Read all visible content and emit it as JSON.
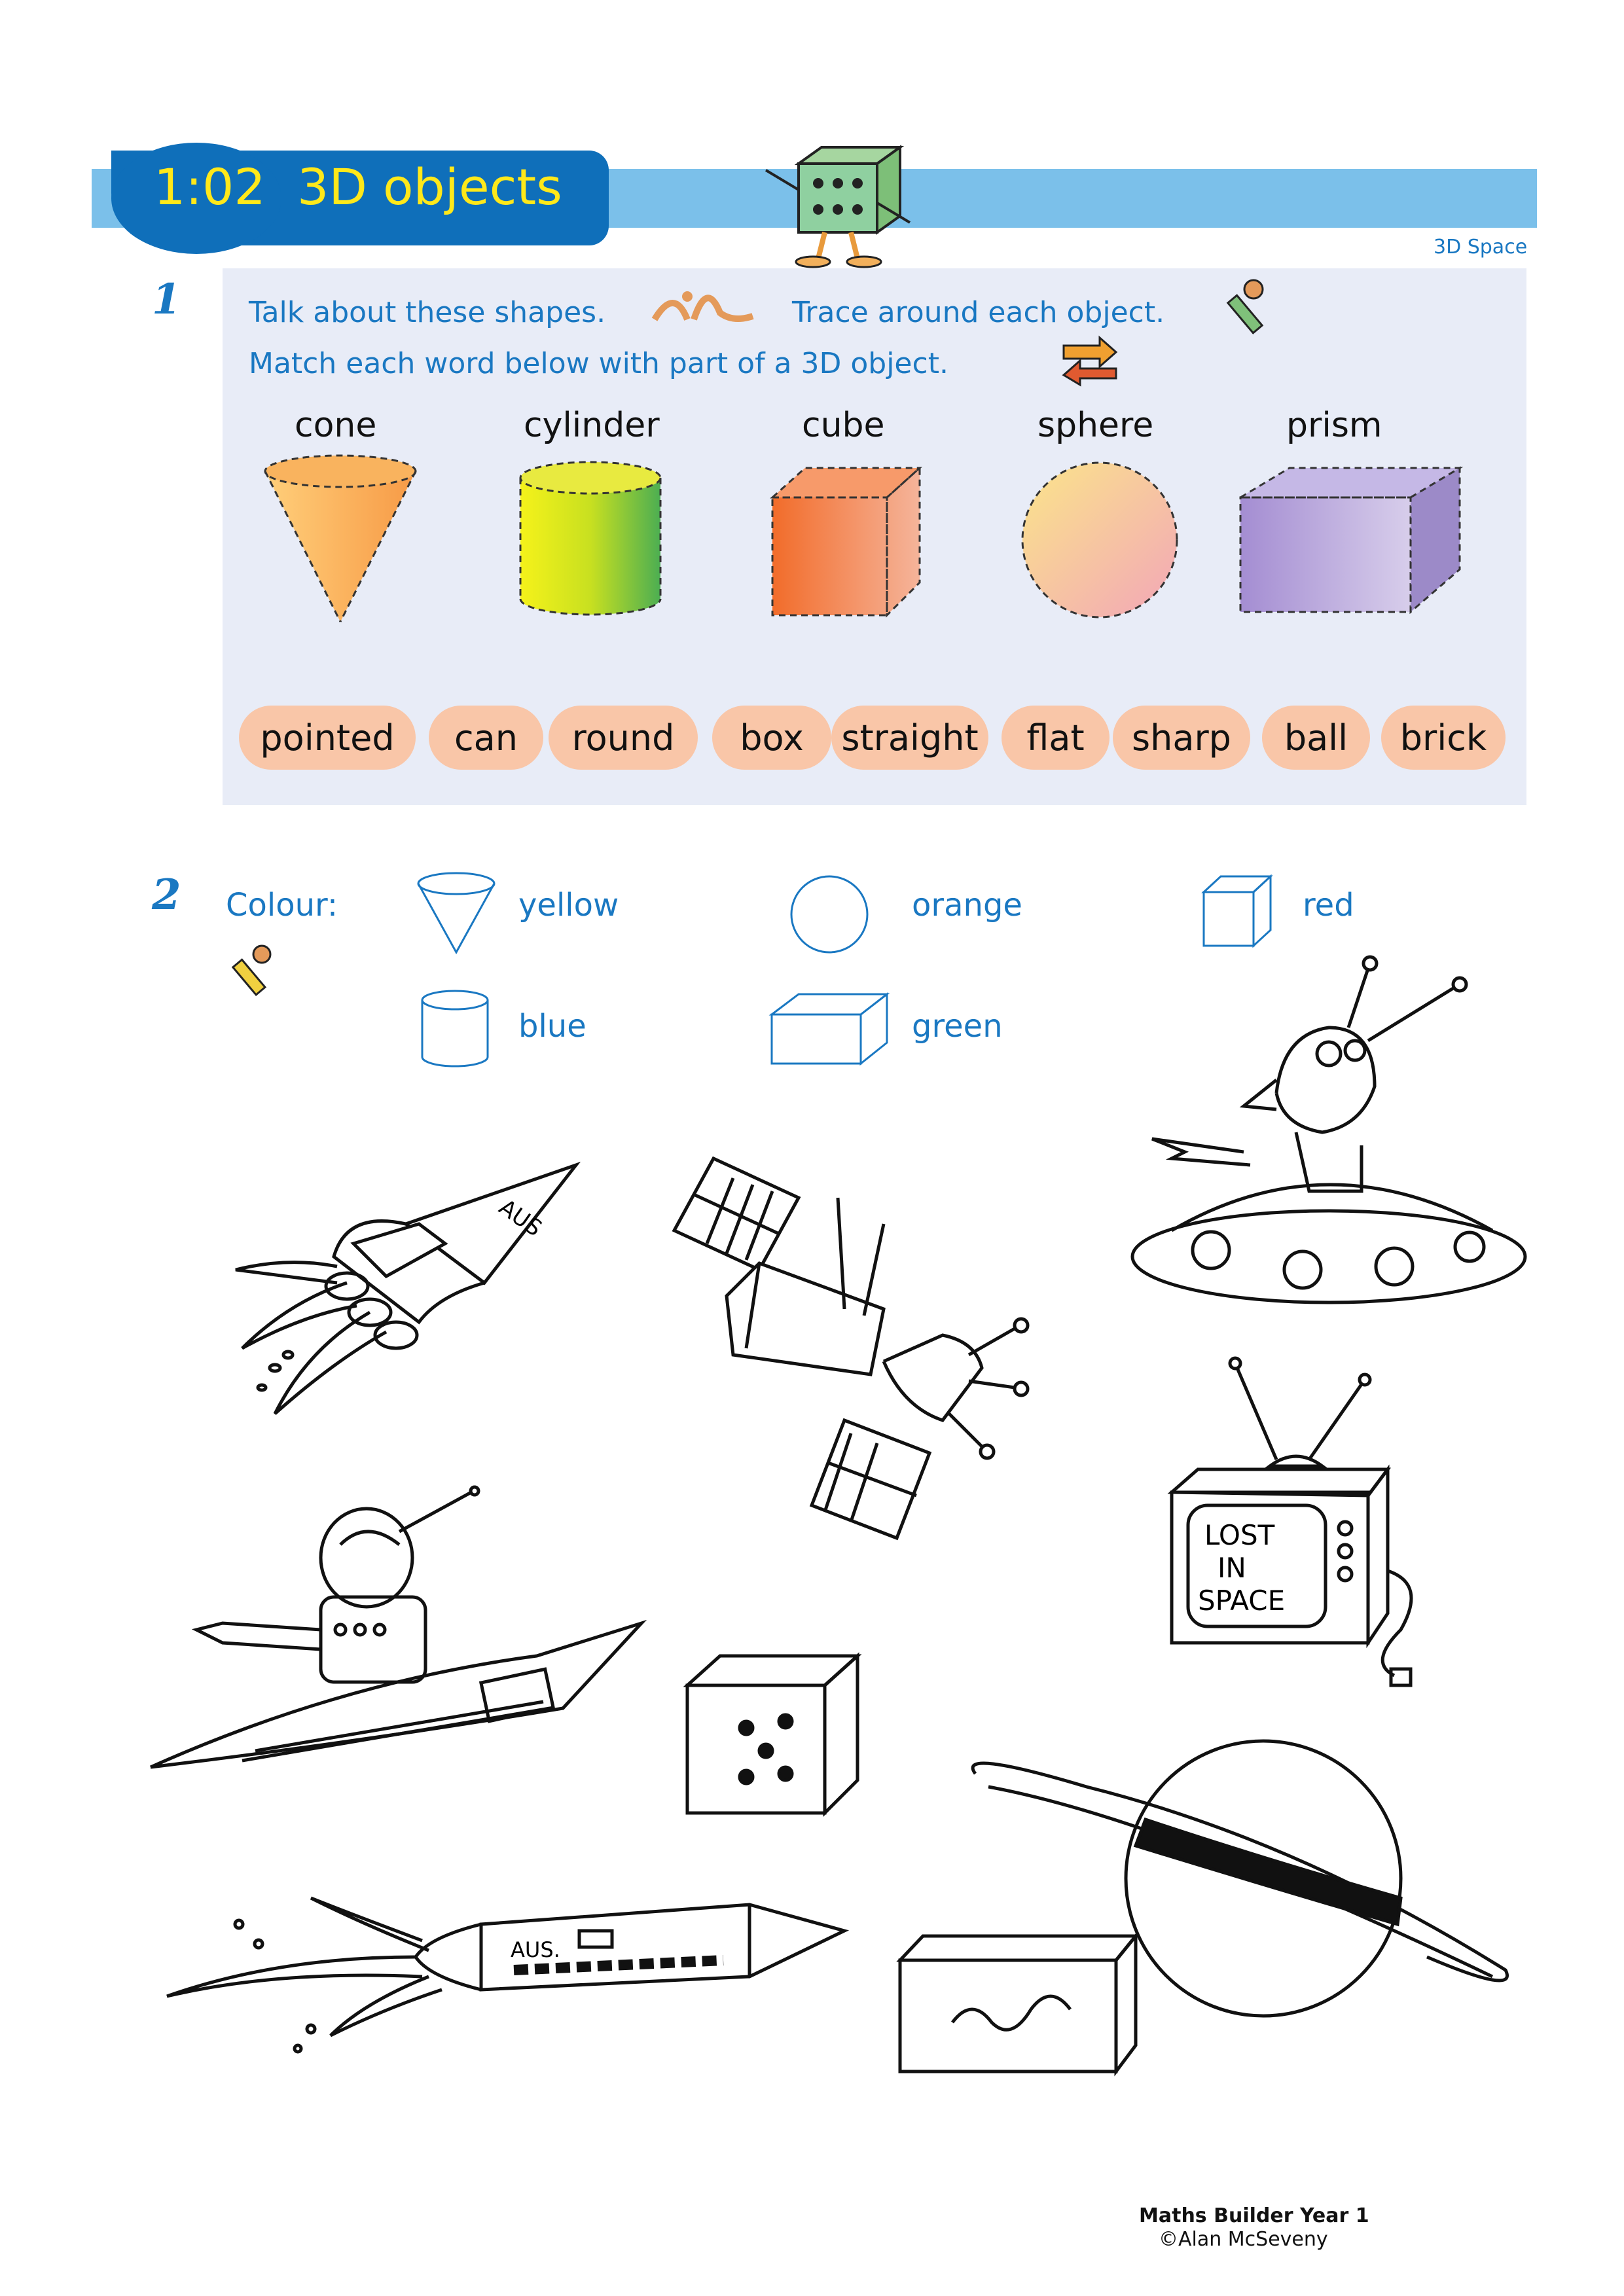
{
  "header": {
    "unit_number": "1:02",
    "title": "3D objects",
    "topic": "3D Space"
  },
  "question1": {
    "number": "1",
    "instruction_line1_a": "Talk about these shapes.",
    "instruction_line1_b": "Trace around each object.",
    "instruction_line2": "Match each word below with part of a 3D object.",
    "shapes": [
      "cone",
      "cylinder",
      "cube",
      "sphere",
      "prism"
    ],
    "words": [
      "pointed",
      "can",
      "round",
      "box",
      "straight",
      "flat",
      "sharp",
      "ball",
      "brick"
    ]
  },
  "question2": {
    "number": "2",
    "colour_label": "Colour:",
    "colours": [
      "yellow",
      "orange",
      "red",
      "blue",
      "green"
    ]
  },
  "illustrations": {
    "rocket_label": "AUS",
    "rocket2_label": "AUS.",
    "tv_screen_text": [
      "LOST",
      "IN",
      "SPACE"
    ]
  },
  "footer": {
    "book": "Maths Builder Year 1",
    "copyright": "©Alan McSeveny"
  }
}
